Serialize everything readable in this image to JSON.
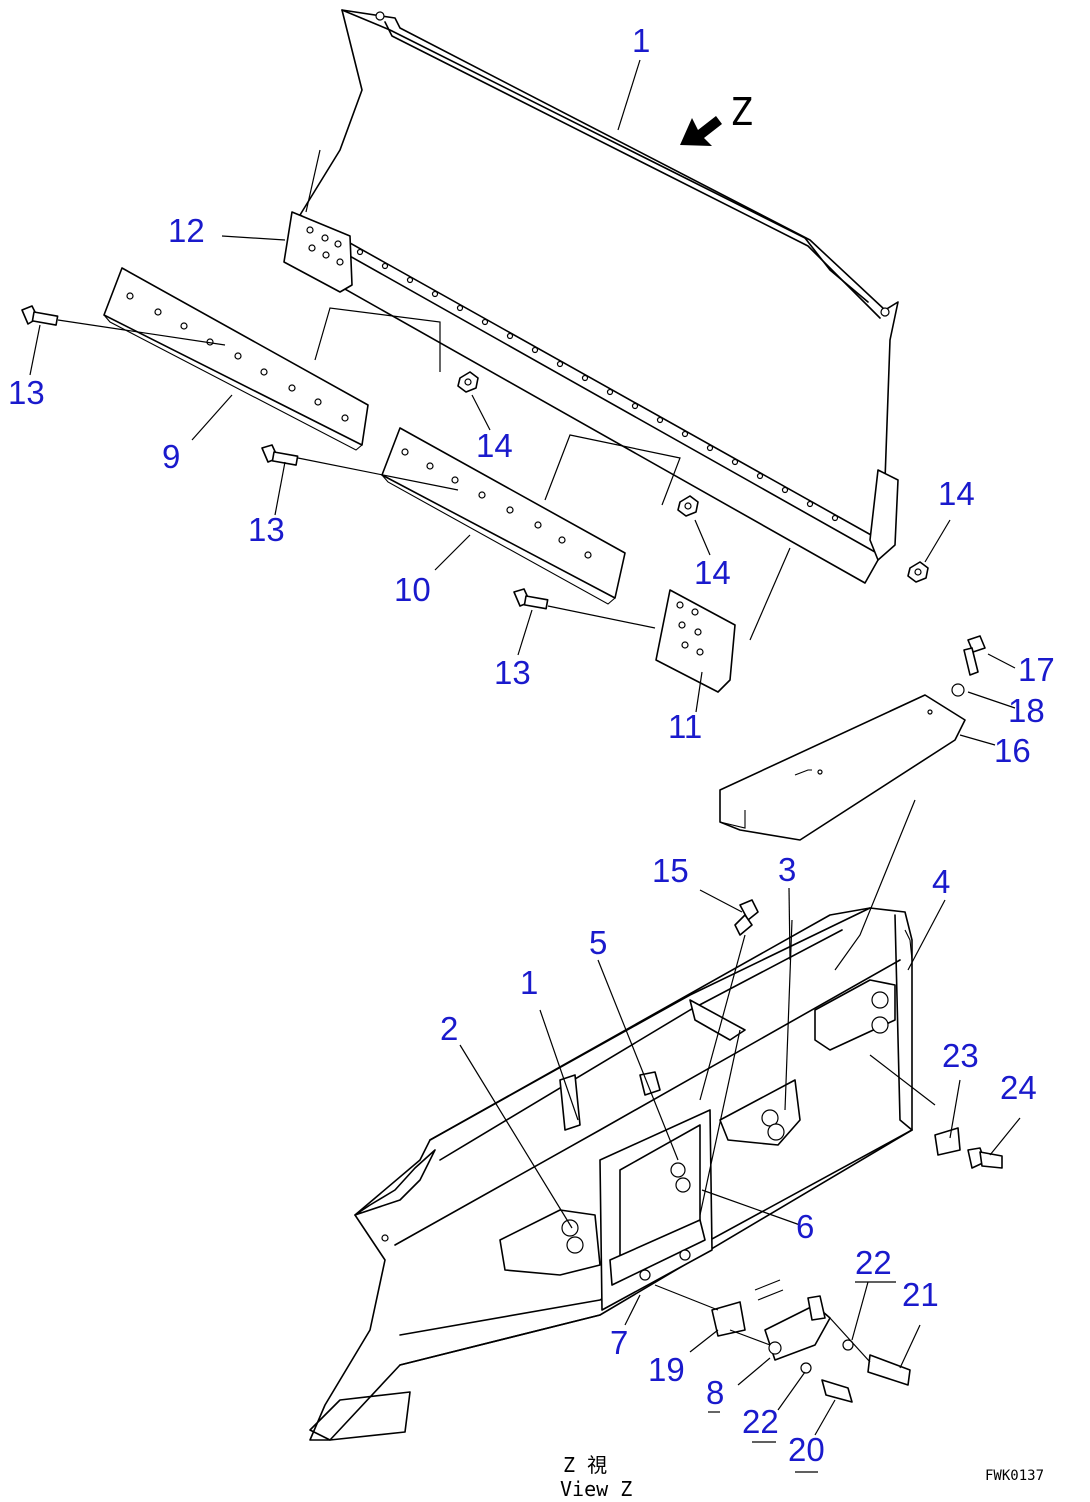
{
  "callouts": [
    {
      "id": "c1-top",
      "text": "1"
    },
    {
      "id": "c12",
      "text": "12"
    },
    {
      "id": "c13-a",
      "text": "13"
    },
    {
      "id": "c9",
      "text": "9"
    },
    {
      "id": "c14-a",
      "text": "14"
    },
    {
      "id": "c13-b",
      "text": "13"
    },
    {
      "id": "c14-b",
      "text": "14"
    },
    {
      "id": "c14-c",
      "text": "14"
    },
    {
      "id": "c10",
      "text": "10"
    },
    {
      "id": "c13-c",
      "text": "13"
    },
    {
      "id": "c11",
      "text": "11"
    },
    {
      "id": "c17",
      "text": "17"
    },
    {
      "id": "c18",
      "text": "18"
    },
    {
      "id": "c16",
      "text": "16"
    },
    {
      "id": "c15",
      "text": "15"
    },
    {
      "id": "c3",
      "text": "3"
    },
    {
      "id": "c4",
      "text": "4"
    },
    {
      "id": "c5",
      "text": "5"
    },
    {
      "id": "c1-bottom",
      "text": "1"
    },
    {
      "id": "c2",
      "text": "2"
    },
    {
      "id": "c23",
      "text": "23"
    },
    {
      "id": "c24",
      "text": "24"
    },
    {
      "id": "c6",
      "text": "6"
    },
    {
      "id": "c22-a",
      "text": "22"
    },
    {
      "id": "c21",
      "text": "21"
    },
    {
      "id": "c7",
      "text": "7"
    },
    {
      "id": "c19",
      "text": "19"
    },
    {
      "id": "c8",
      "text": "8"
    },
    {
      "id": "c22-b",
      "text": "22"
    },
    {
      "id": "c20",
      "text": "20"
    }
  ],
  "view_marker": "Z",
  "caption": {
    "line1": "Z  視",
    "line2": "View Z"
  },
  "drawing_ref": "FWK0137"
}
